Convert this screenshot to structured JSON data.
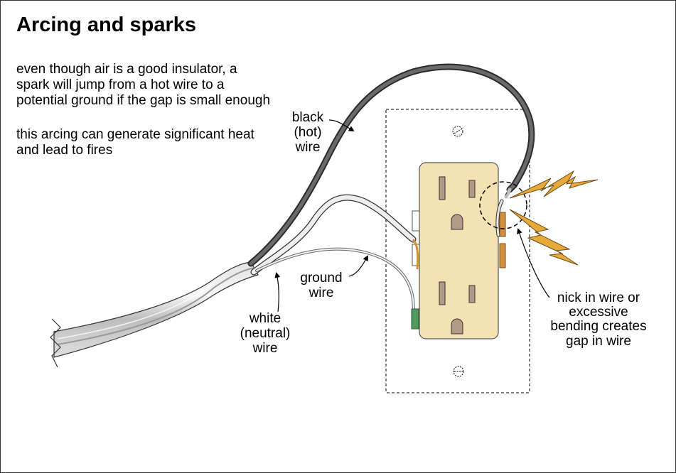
{
  "title": "Arcing and sparks",
  "paragraphs": [
    "even though air is a good insulator, a spark will jump from a hot wire to a potential ground if the gap is small enough",
    "this arcing can generate significant heat and lead to fires"
  ],
  "labels": {
    "black": [
      "black",
      "(hot)",
      "wire"
    ],
    "ground": [
      "ground",
      "wire"
    ],
    "white": [
      "white",
      "(neutral)",
      "wire"
    ],
    "nick": [
      "nick in wire or",
      "excessive",
      "bending  creates",
      "gap in wire"
    ]
  },
  "colors": {
    "receptacle": "#f5e2b2",
    "slot": "#b29a86",
    "spark": "#e7a93a",
    "brass_terminal": "#d38f3c",
    "green_terminal": "#4f9a5c",
    "black_wire": "#555555",
    "cable": "#cfcfcf"
  }
}
